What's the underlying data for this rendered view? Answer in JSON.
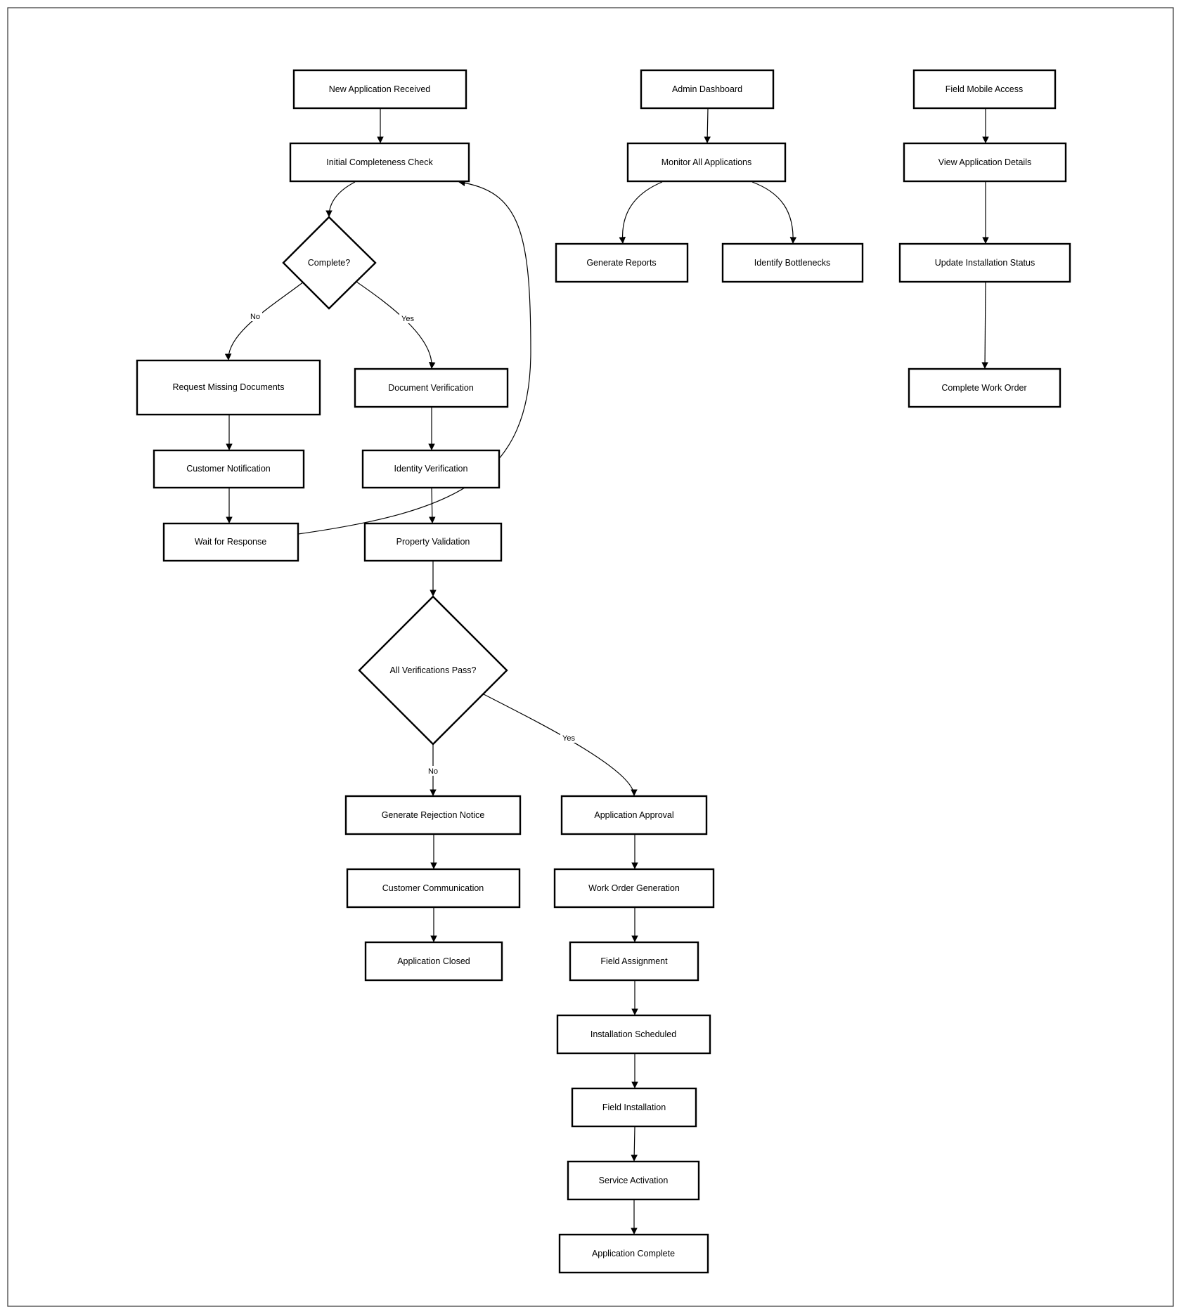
{
  "diagram": {
    "nodes": {
      "new_application": "New Application Received",
      "initial_check": "Initial Completeness Check",
      "complete_decision": "Complete?",
      "request_missing": "Request Missing Documents",
      "customer_notification": "Customer Notification",
      "wait_response": "Wait for Response",
      "document_verification": "Document Verification",
      "identity_verification": "Identity Verification",
      "property_validation": "Property Validation",
      "verifications_decision": "All Verifications Pass?",
      "rejection_notice": "Generate Rejection Notice",
      "customer_communication": "Customer Communication",
      "application_closed": "Application Closed",
      "application_approval": "Application Approval",
      "work_order_generation": "Work Order Generation",
      "field_assignment": "Field Assignment",
      "installation_scheduled": "Installation Scheduled",
      "field_installation": "Field Installation",
      "service_activation": "Service Activation",
      "application_complete": "Application Complete",
      "admin_dashboard": "Admin Dashboard",
      "monitor_all": "Monitor All Applications",
      "generate_reports": "Generate Reports",
      "identify_bottlenecks": "Identify Bottlenecks",
      "field_mobile": "Field Mobile Access",
      "view_details": "View Application Details",
      "update_status": "Update Installation Status",
      "complete_work_order": "Complete Work Order"
    },
    "edge_labels": {
      "complete_no": "No",
      "complete_yes": "Yes",
      "verify_no": "No",
      "verify_yes": "Yes"
    }
  }
}
